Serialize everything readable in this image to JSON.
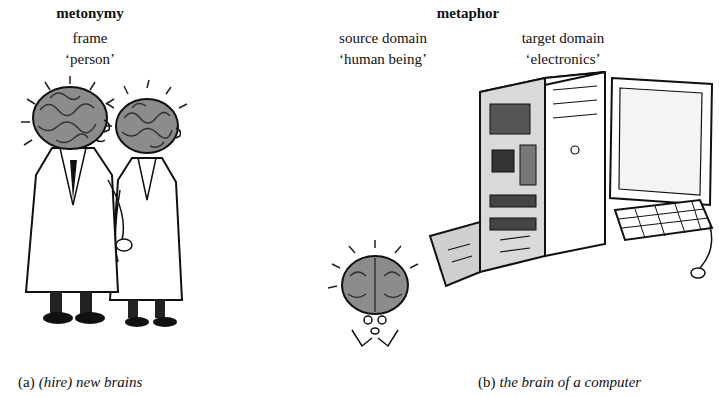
{
  "diagram": {
    "labels": [
      "metonymy",
      "frame",
      "‘person’",
      "metaphor",
      "source domain",
      "‘human being’",
      "target domain",
      "‘electronics’",
      "(a)",
      "(hire) new brains",
      "(b)",
      "the brain of a computer"
    ]
  }
}
